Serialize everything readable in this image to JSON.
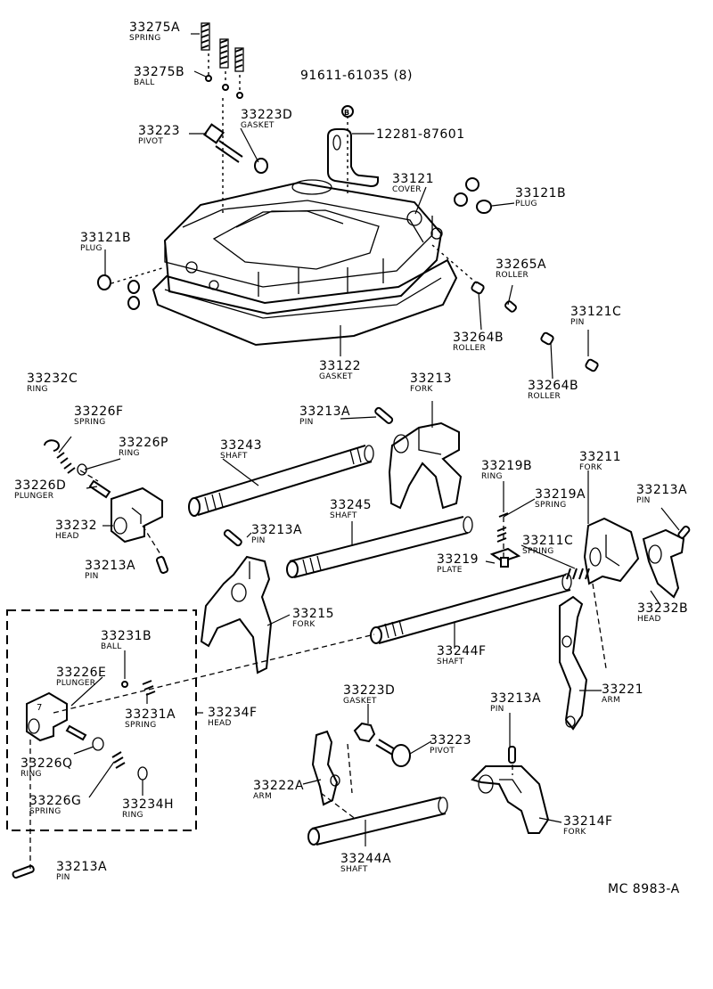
{
  "diagram_code": "MC 8983-A",
  "callouts": [
    {
      "num": "33275A",
      "desc": "SPRING"
    },
    {
      "num": "33275B",
      "desc": "BALL"
    },
    {
      "num": "91611-61035 (8)",
      "desc": ""
    },
    {
      "num": "33223D",
      "desc": "GASKET"
    },
    {
      "num": "33223",
      "desc": "PIVOT"
    },
    {
      "num": "12281-87601",
      "desc": ""
    },
    {
      "num": "33121",
      "desc": "COVER"
    },
    {
      "num": "33121B",
      "desc": "PLUG"
    },
    {
      "num": "33121B",
      "desc": "PLUG"
    },
    {
      "num": "33265A",
      "desc": "ROLLER"
    },
    {
      "num": "33121C",
      "desc": "PIN"
    },
    {
      "num": "33264B",
      "desc": "ROLLER"
    },
    {
      "num": "33122",
      "desc": "GASKET"
    },
    {
      "num": "33264B",
      "desc": "ROLLER"
    },
    {
      "num": "33232C",
      "desc": "RING"
    },
    {
      "num": "33213",
      "desc": "FORK"
    },
    {
      "num": "33226F",
      "desc": "SPRING"
    },
    {
      "num": "33213A",
      "desc": "PIN"
    },
    {
      "num": "33226P",
      "desc": "RING"
    },
    {
      "num": "33243",
      "desc": "SHAFT"
    },
    {
      "num": "33211",
      "desc": "FORK"
    },
    {
      "num": "33219B",
      "desc": "RING"
    },
    {
      "num": "33226D",
      "desc": "PLUNGER"
    },
    {
      "num": "33213A",
      "desc": "PIN"
    },
    {
      "num": "33219A",
      "desc": "SPRING"
    },
    {
      "num": "33245",
      "desc": "SHAFT"
    },
    {
      "num": "33232",
      "desc": "HEAD"
    },
    {
      "num": "33213A",
      "desc": "PIN"
    },
    {
      "num": "33211C",
      "desc": "SPRING"
    },
    {
      "num": "33213A",
      "desc": "PIN"
    },
    {
      "num": "33219",
      "desc": "PLATE"
    },
    {
      "num": "33232B",
      "desc": "HEAD"
    },
    {
      "num": "33215",
      "desc": "FORK"
    },
    {
      "num": "33231B",
      "desc": "BALL"
    },
    {
      "num": "33244F",
      "desc": "SHAFT"
    },
    {
      "num": "33226E",
      "desc": "PLUNGER"
    },
    {
      "num": "33221",
      "desc": "ARM"
    },
    {
      "num": "33223D",
      "desc": "GASKET"
    },
    {
      "num": "33231A",
      "desc": "SPRING"
    },
    {
      "num": "33234F",
      "desc": "HEAD"
    },
    {
      "num": "33213A",
      "desc": "PIN"
    },
    {
      "num": "33223",
      "desc": "PIVOT"
    },
    {
      "num": "33226Q",
      "desc": "RING"
    },
    {
      "num": "33222A",
      "desc": "ARM"
    },
    {
      "num": "33226G",
      "desc": "SPRING"
    },
    {
      "num": "33234H",
      "desc": "RING"
    },
    {
      "num": "33214F",
      "desc": "FORK"
    },
    {
      "num": "33244A",
      "desc": "SHAFT"
    },
    {
      "num": "33213A",
      "desc": "PIN"
    }
  ],
  "bolt_marker": "B"
}
